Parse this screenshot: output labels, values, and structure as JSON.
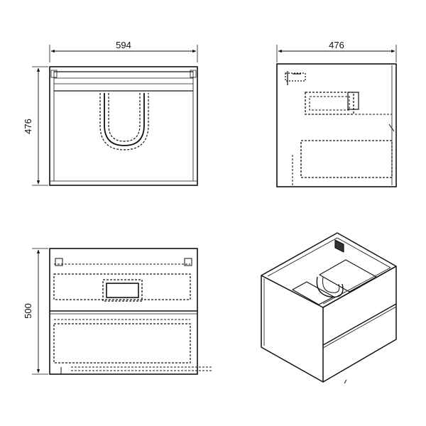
{
  "dimensions": {
    "width": "594",
    "depth": "476",
    "height_top": "476",
    "height_front": "500"
  },
  "colors": {
    "line": "#111111",
    "background": "#ffffff"
  },
  "views": [
    "top-view",
    "side-view",
    "front-view",
    "isometric-view"
  ]
}
